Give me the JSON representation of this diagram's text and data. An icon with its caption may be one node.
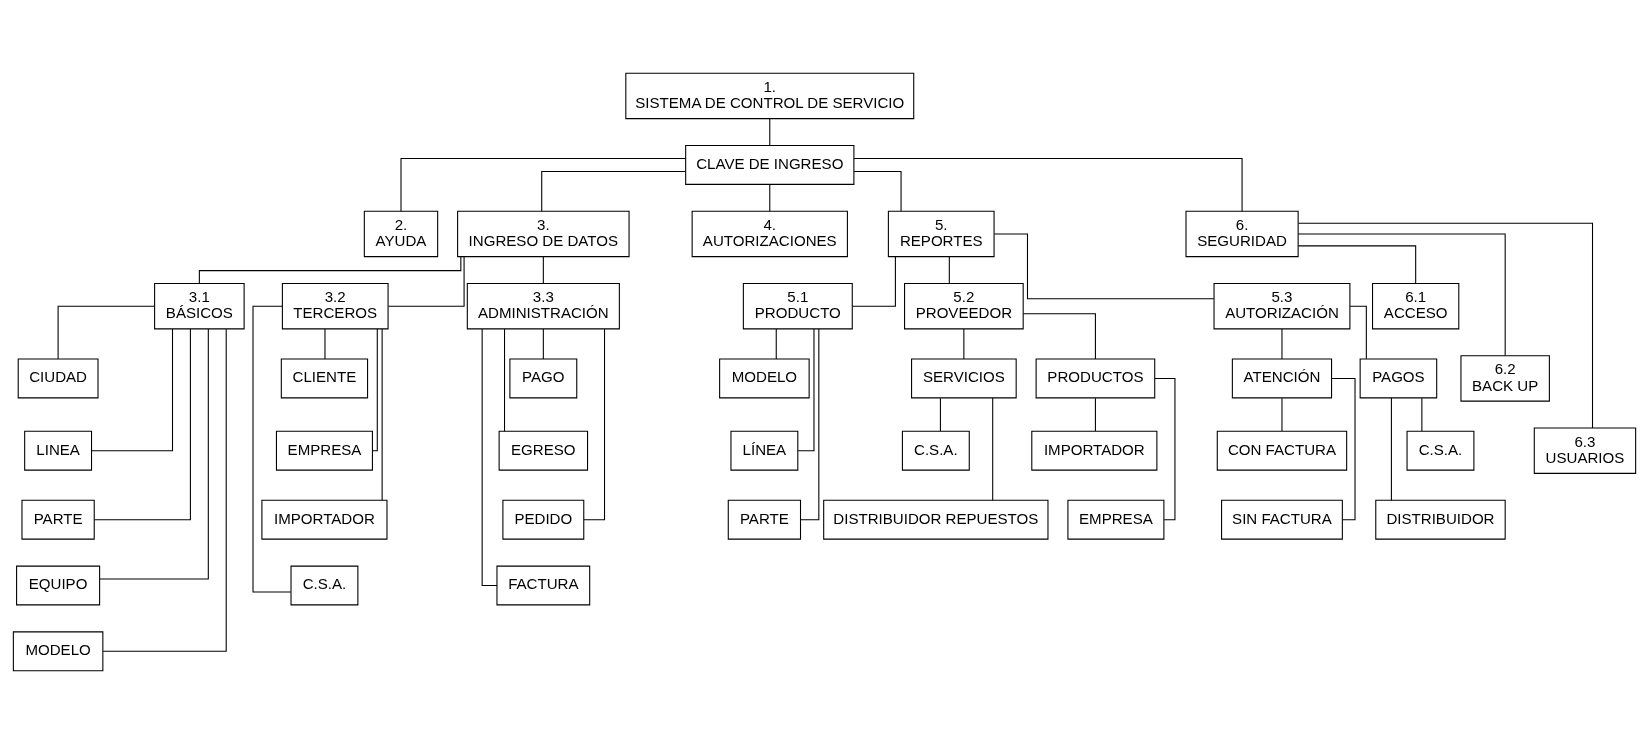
{
  "diagram": {
    "nodes": [
      {
        "text": [
          "1.",
          "SISTEMA DE CONTROL DE SERVICIO"
        ]
      },
      {
        "text": [
          "CLAVE DE INGRESO"
        ]
      },
      {
        "text": [
          "2.",
          "AYUDA"
        ]
      },
      {
        "text": [
          "3.",
          "INGRESO DE DATOS"
        ]
      },
      {
        "text": [
          "4.",
          "AUTORIZACIONES"
        ]
      },
      {
        "text": [
          "5.",
          "REPORTES"
        ]
      },
      {
        "text": [
          "6.",
          "SEGURIDAD"
        ]
      },
      {
        "text": [
          "3.1",
          "BÁSICOS"
        ]
      },
      {
        "text": [
          "3.2",
          "TERCEROS"
        ]
      },
      {
        "text": [
          "3.3",
          "ADMINISTRACIÓN"
        ]
      },
      {
        "text": [
          "CIUDAD"
        ]
      },
      {
        "text": [
          "LINEA"
        ]
      },
      {
        "text": [
          "PARTE"
        ]
      },
      {
        "text": [
          "EQUIPO"
        ]
      },
      {
        "text": [
          "MODELO"
        ]
      },
      {
        "text": [
          "CLIENTE"
        ]
      },
      {
        "text": [
          "EMPRESA"
        ]
      },
      {
        "text": [
          "IMPORTADOR"
        ]
      },
      {
        "text": [
          "C.S.A."
        ]
      },
      {
        "text": [
          "PAGO"
        ]
      },
      {
        "text": [
          "EGRESO"
        ]
      },
      {
        "text": [
          "PEDIDO"
        ]
      },
      {
        "text": [
          "FACTURA"
        ]
      },
      {
        "text": [
          "5.1",
          "PRODUCTO"
        ]
      },
      {
        "text": [
          "5.2",
          "PROVEEDOR"
        ]
      },
      {
        "text": [
          "5.3",
          "AUTORIZACIÓN"
        ]
      },
      {
        "text": [
          "MODELO"
        ]
      },
      {
        "text": [
          "LÍNEA"
        ]
      },
      {
        "text": [
          "PARTE"
        ]
      },
      {
        "text": [
          "SERVICIOS"
        ]
      },
      {
        "text": [
          "PRODUCTOS"
        ]
      },
      {
        "text": [
          "C.S.A."
        ]
      },
      {
        "text": [
          "DISTRIBUIDOR REPUESTOS"
        ]
      },
      {
        "text": [
          "IMPORTADOR"
        ]
      },
      {
        "text": [
          "EMPRESA"
        ]
      },
      {
        "text": [
          "ATENCIÓN"
        ]
      },
      {
        "text": [
          "PAGOS"
        ]
      },
      {
        "text": [
          "CON FACTURA"
        ]
      },
      {
        "text": [
          "SIN FACTURA"
        ]
      },
      {
        "text": [
          "C.S.A."
        ]
      },
      {
        "text": [
          "DISTRIBUIDOR"
        ]
      },
      {
        "text": [
          "6.1",
          "ACCESO"
        ]
      },
      {
        "text": [
          "6.2",
          "BACK UP"
        ]
      },
      {
        "text": [
          "6.3",
          "USUARIOS"
        ]
      }
    ],
    "edges": [
      {
        "from": 0,
        "to": 1,
        "arrow": "none"
      },
      {
        "from": 1,
        "to": 2,
        "arrow": "none"
      },
      {
        "from": 1,
        "to": 3,
        "arrow": "none"
      },
      {
        "from": 1,
        "to": 4,
        "arrow": "none"
      },
      {
        "from": 1,
        "to": 5,
        "arrow": "none"
      },
      {
        "from": 1,
        "to": 6,
        "arrow": "none"
      },
      {
        "from": 3,
        "to": 7,
        "arrow": "none"
      },
      {
        "from": 3,
        "to": 8,
        "arrow": "none"
      },
      {
        "from": 3,
        "to": 9,
        "arrow": "none"
      },
      {
        "from": 7,
        "to": 10,
        "arrow": "none"
      },
      {
        "from": 7,
        "to": 11,
        "arrow": "none"
      },
      {
        "from": 7,
        "to": 12,
        "arrow": "none"
      },
      {
        "from": 7,
        "to": 13,
        "arrow": "none"
      },
      {
        "from": 7,
        "to": 14,
        "arrow": "none"
      },
      {
        "from": 8,
        "to": 15,
        "arrow": "none"
      },
      {
        "from": 8,
        "to": 16,
        "arrow": "none"
      },
      {
        "from": 8,
        "to": 17,
        "arrow": "none"
      },
      {
        "from": 8,
        "to": 18,
        "arrow": "none"
      },
      {
        "from": 9,
        "to": 19,
        "arrow": "none"
      },
      {
        "from": 9,
        "to": 20,
        "arrow": "none"
      },
      {
        "from": 9,
        "to": 21,
        "arrow": "none"
      },
      {
        "from": 9,
        "to": 22,
        "arrow": "none"
      },
      {
        "from": 5,
        "to": 23,
        "arrow": "none"
      },
      {
        "from": 5,
        "to": 24,
        "arrow": "none"
      },
      {
        "from": 5,
        "to": 25,
        "arrow": "none"
      },
      {
        "from": 23,
        "to": 26,
        "arrow": "none"
      },
      {
        "from": 23,
        "to": 27,
        "arrow": "none"
      },
      {
        "from": 23,
        "to": 28,
        "arrow": "none"
      },
      {
        "from": 24,
        "to": 29,
        "arrow": "none"
      },
      {
        "from": 24,
        "to": 30,
        "arrow": "none"
      },
      {
        "from": 29,
        "to": 31,
        "arrow": "none"
      },
      {
        "from": 29,
        "to": 32,
        "arrow": "none"
      },
      {
        "from": 30,
        "to": 33,
        "arrow": "none"
      },
      {
        "from": 30,
        "to": 34,
        "arrow": "none"
      },
      {
        "from": 25,
        "to": 35,
        "arrow": "none"
      },
      {
        "from": 25,
        "to": 36,
        "arrow": "none"
      },
      {
        "from": 35,
        "to": 37,
        "arrow": "none"
      },
      {
        "from": 35,
        "to": 38,
        "arrow": "none"
      },
      {
        "from": 36,
        "to": 39,
        "arrow": "none"
      },
      {
        "from": 36,
        "to": 40,
        "arrow": "none"
      },
      {
        "from": 6,
        "to": 41,
        "arrow": "none"
      },
      {
        "from": 6,
        "to": 42,
        "arrow": "none"
      },
      {
        "from": 6,
        "to": 43,
        "arrow": "none"
      }
    ]
  }
}
